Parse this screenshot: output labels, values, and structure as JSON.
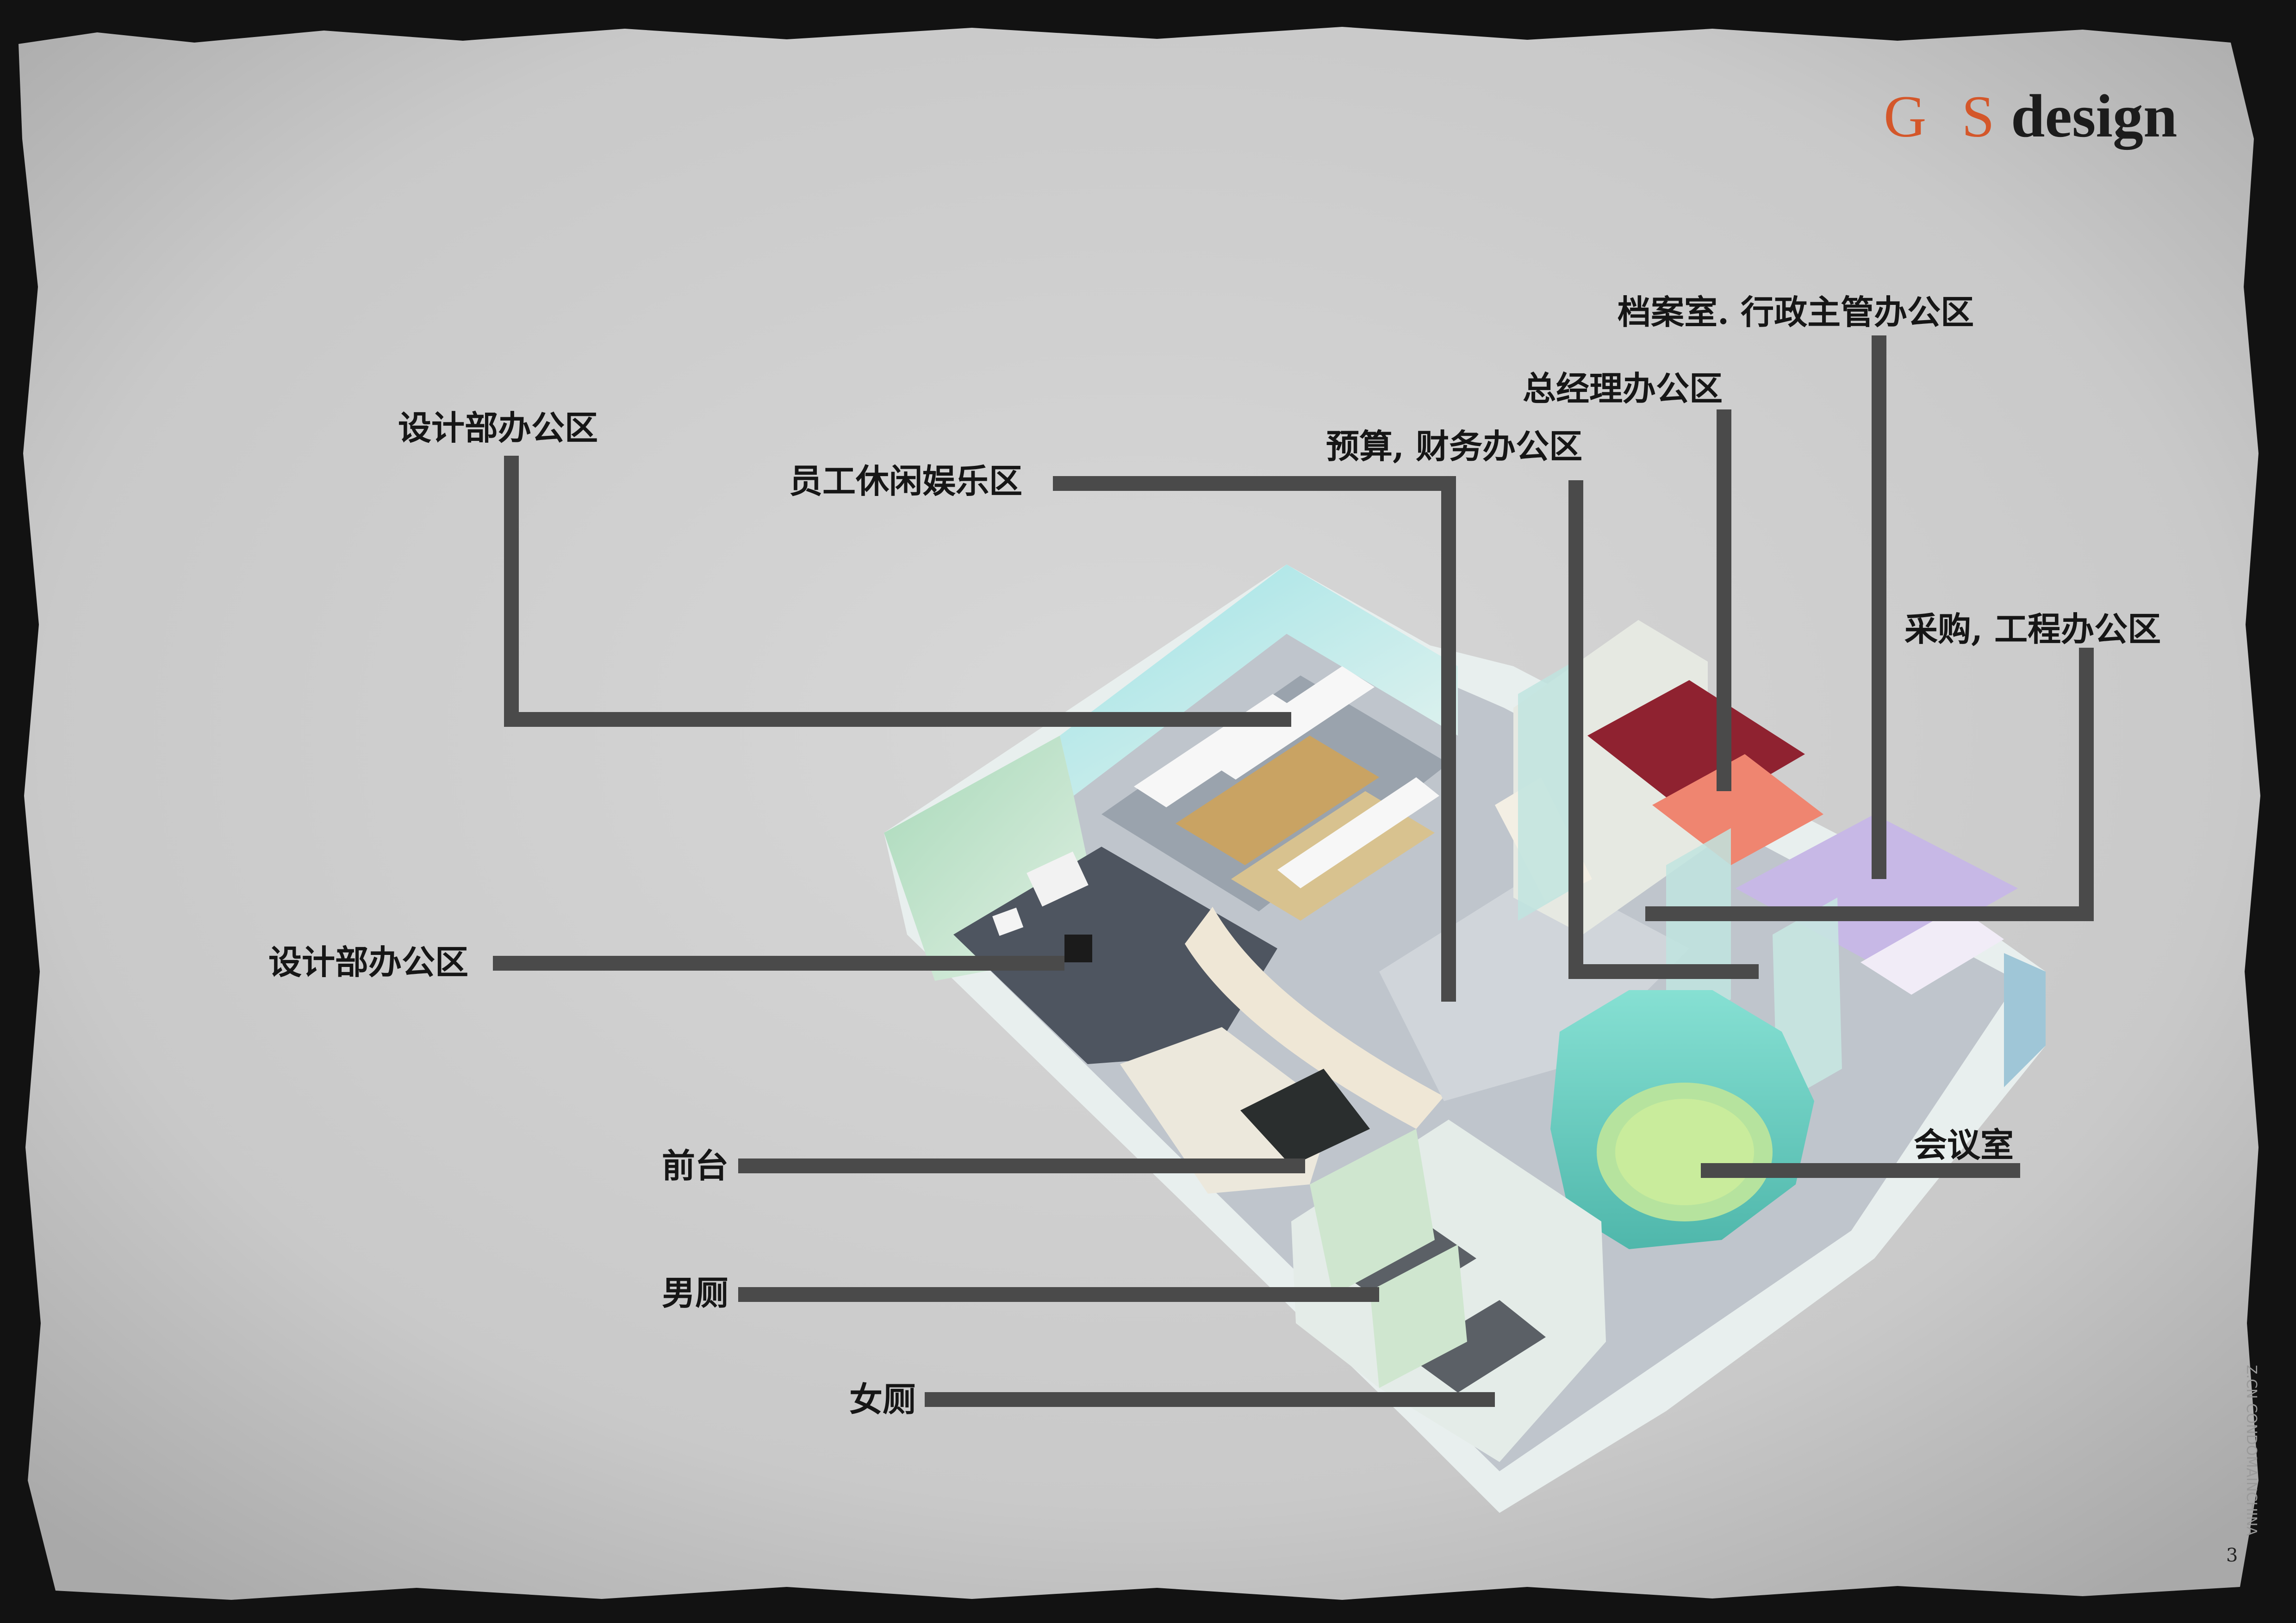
{
  "brand": {
    "gs": "G S",
    "design": "design"
  },
  "page_number": "3",
  "watermark": "Z.CN CONDOMAINCHINA",
  "colors": {
    "frame": "#121212",
    "paper": "#cfcfcf",
    "leader": "#4a4a4a",
    "accent": "#d4572a",
    "text": "#161616"
  },
  "labels": {
    "design_office_top": "设计部办公区",
    "staff_lounge": "员工休闲娱乐区",
    "budget_finance": "预算, 财务办公区",
    "general_manager": "总经理办公区",
    "archive_admin": "档案室. 行政主管办公区",
    "procurement_engineering": "采购, 工程办公区",
    "design_office_left": "设计部办公区",
    "reception": "前台",
    "meeting_room": "会议室",
    "mens_restroom": "男厕",
    "womens_restroom": "女厕"
  }
}
